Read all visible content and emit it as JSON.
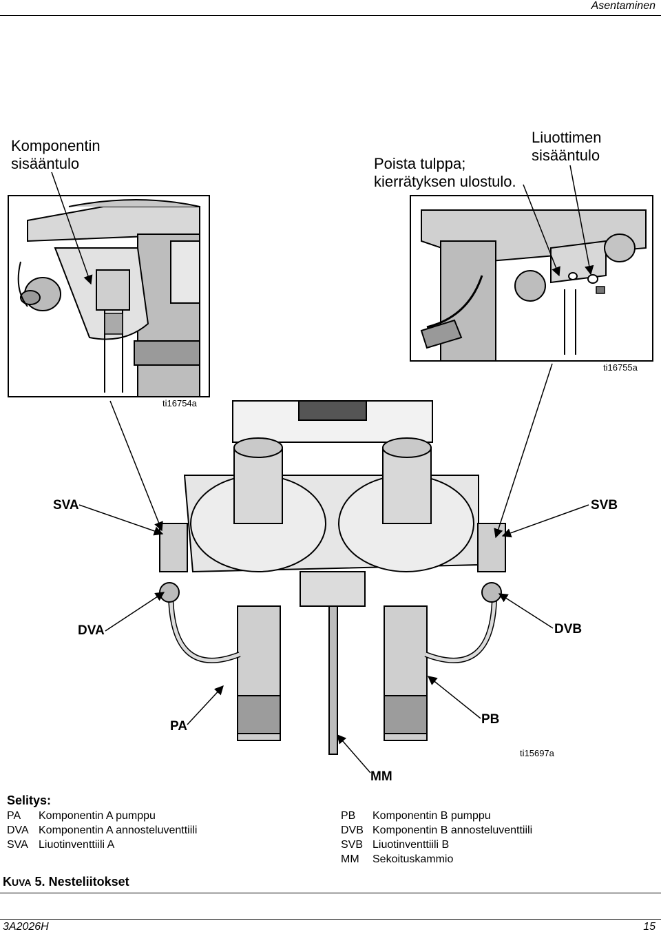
{
  "header": {
    "section": "Asentaminen"
  },
  "callouts": {
    "component_inlet": [
      "Komponentin",
      "sisääntulo"
    ],
    "remove_plug": [
      "Poista tulppa;",
      "kierrätyksen ulostulo."
    ],
    "solvent_inlet": [
      "Liuottimen",
      "sisääntulo"
    ]
  },
  "labels": {
    "sva": "SVA",
    "svb": "SVB",
    "dva": "DVA",
    "dvb": "DVB",
    "pa": "PA",
    "pb": "PB",
    "mm": "MM"
  },
  "image_ids": {
    "left_detail": "ti16754a",
    "right_detail": "ti16755a",
    "main": "ti15697a"
  },
  "legend": {
    "title": "Selitys:",
    "left": [
      {
        "abbr": "PA",
        "text": "Komponentin A pumppu"
      },
      {
        "abbr": "DVA",
        "text": "Komponentin A annosteluventtiili"
      },
      {
        "abbr": "SVA",
        "text": "Liuotinventtiili A"
      }
    ],
    "right": [
      {
        "abbr": "PB",
        "text": "Komponentin B pumppu"
      },
      {
        "abbr": "DVB",
        "text": "Komponentin B annosteluventtiili"
      },
      {
        "abbr": "SVB",
        "text": "Liuotinventtiili B"
      },
      {
        "abbr": "MM",
        "text": "Sekoituskammio"
      }
    ]
  },
  "caption": {
    "prefix_k": "K",
    "prefix_rest": "UVA",
    "number": "5.",
    "title": "Nesteliitokset"
  },
  "footer": {
    "doc_id": "3A2026H",
    "page": "15"
  }
}
